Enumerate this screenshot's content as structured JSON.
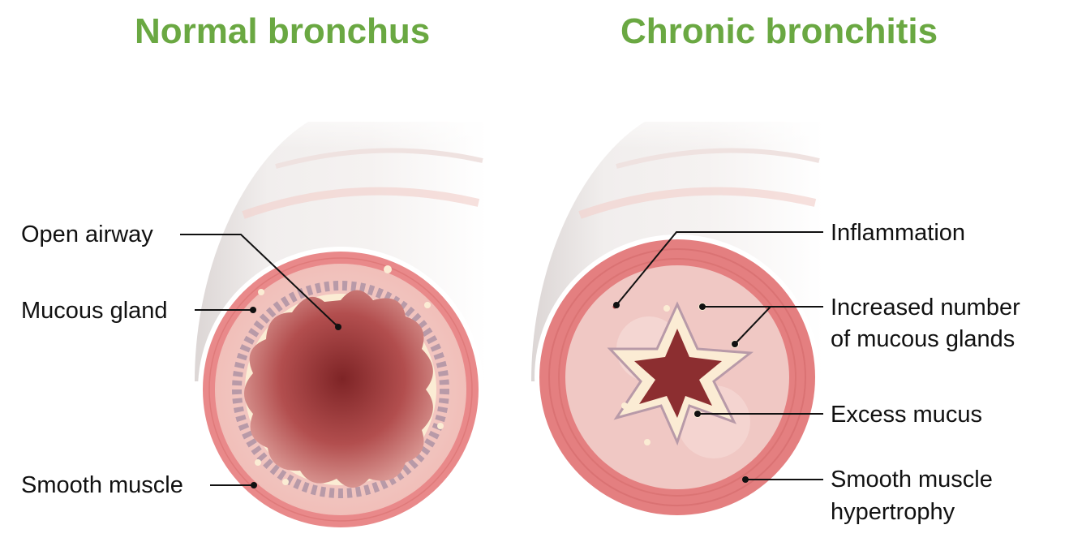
{
  "titles": {
    "normal": "Normal bronchus",
    "chronic": "Chronic bronchitis"
  },
  "labels": {
    "open_airway": "Open airway",
    "mucous_gland": "Mucous gland",
    "smooth_muscle": "Smooth muscle",
    "inflammation": "Inflammation",
    "increased_glands_line1": "Increased number",
    "increased_glands_line2": "of mucous glands",
    "excess_mucus": "Excess mucus",
    "hypertrophy_line1": "Smooth muscle",
    "hypertrophy_line2": "hypertrophy"
  },
  "colors": {
    "title_green": "#6aa842",
    "muscle": "#e9898a",
    "mucosa": "#f3c2bd",
    "lumen": "#a23c3e",
    "mucus": "#fbecd4",
    "gland": "#b89aa8",
    "tube": "#ebe7e6"
  }
}
